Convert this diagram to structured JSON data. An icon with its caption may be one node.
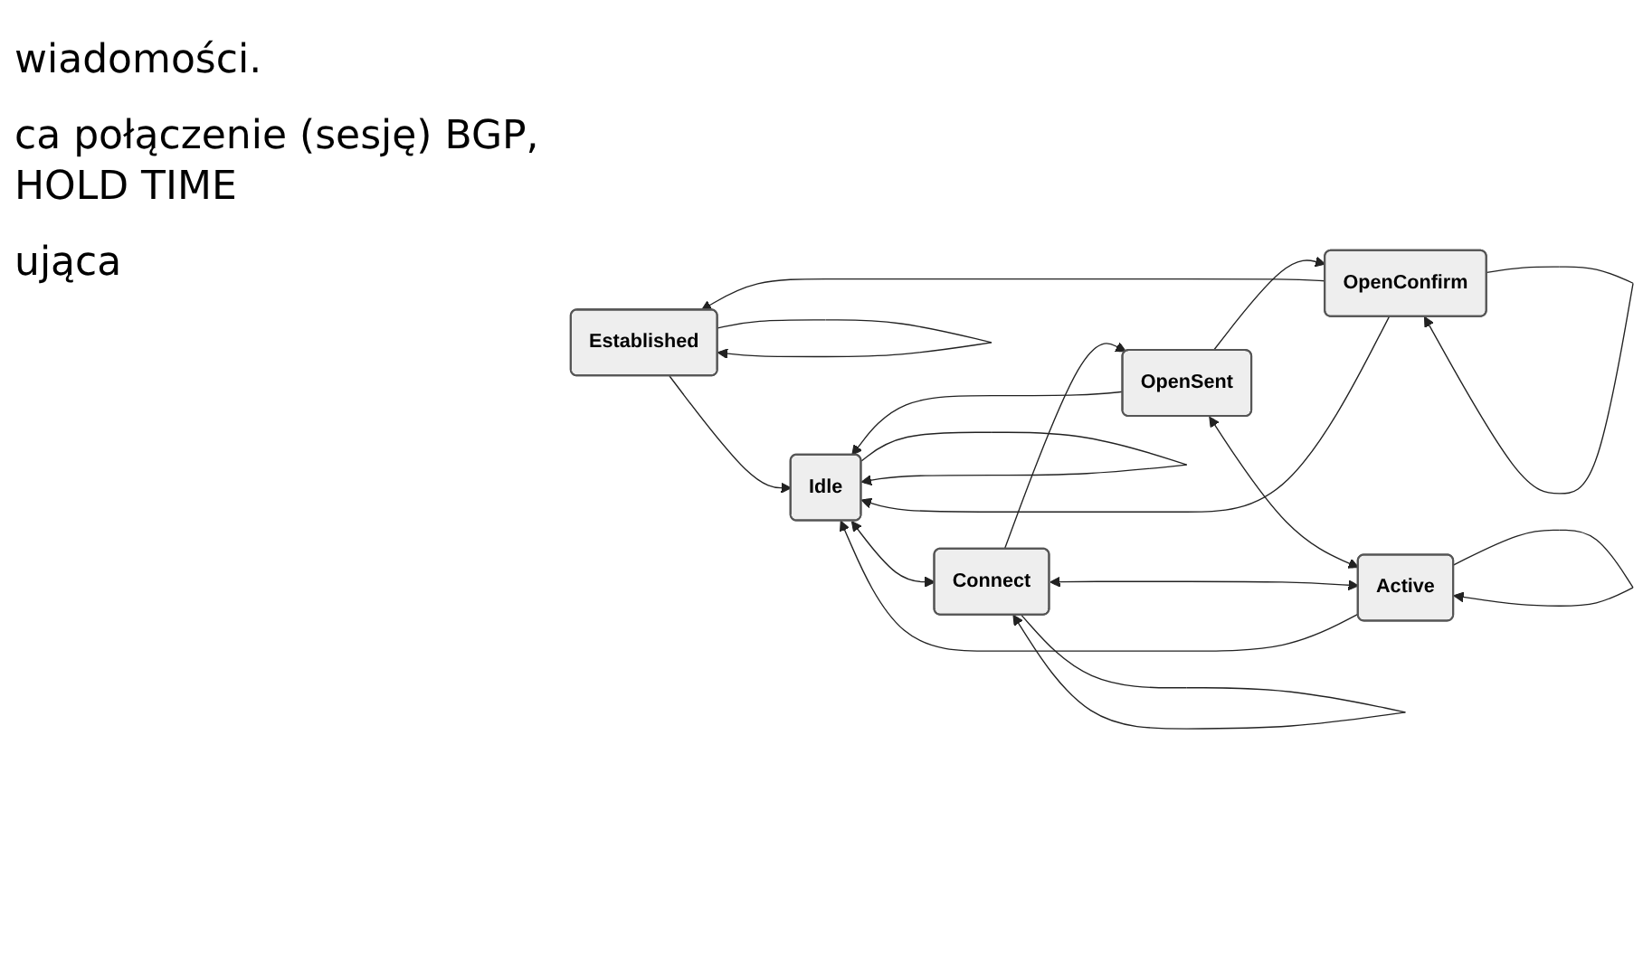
{
  "diagram": {
    "nodes": [
      {
        "text": [
          "Established"
        ]
      },
      {
        "text": [
          "OpenSent"
        ]
      },
      {
        "text": [
          "OpenConfirm"
        ]
      },
      {
        "text": [
          "Connect"
        ]
      },
      {
        "text": [
          "Active"
        ]
      },
      {
        "text": [
          "Idle"
        ]
      }
    ],
    "edges": [
      {
        "from": 0,
        "to": 0,
        "arrow": "to"
      },
      {
        "from": 0,
        "to": 5,
        "arrow": "to"
      },
      {
        "from": 2,
        "to": 0,
        "arrow": "to"
      },
      {
        "from": 2,
        "to": 2,
        "arrow": "to"
      },
      {
        "from": 1,
        "to": 2,
        "arrow": "to"
      },
      {
        "from": 1,
        "to": 5,
        "arrow": "to"
      },
      {
        "from": 3,
        "to": 1,
        "arrow": "to"
      },
      {
        "from": 1,
        "to": 4,
        "arrow": "both"
      },
      {
        "from": 4,
        "to": 4,
        "arrow": "to"
      },
      {
        "from": 3,
        "to": 3,
        "arrow": "to"
      },
      {
        "from": 3,
        "to": 4,
        "arrow": "both"
      },
      {
        "from": 5,
        "to": 3,
        "arrow": "both"
      },
      {
        "from": 4,
        "to": 5,
        "arrow": "to"
      },
      {
        "from": 2,
        "to": 5,
        "arrow": "to"
      },
      {
        "from": 5,
        "to": 5,
        "arrow": "to"
      }
    ],
    "labels": [
      "wiadomości.",
      "ca połączenie (sesję) BGP, HOLD TIME",
      "ująca"
    ]
  }
}
